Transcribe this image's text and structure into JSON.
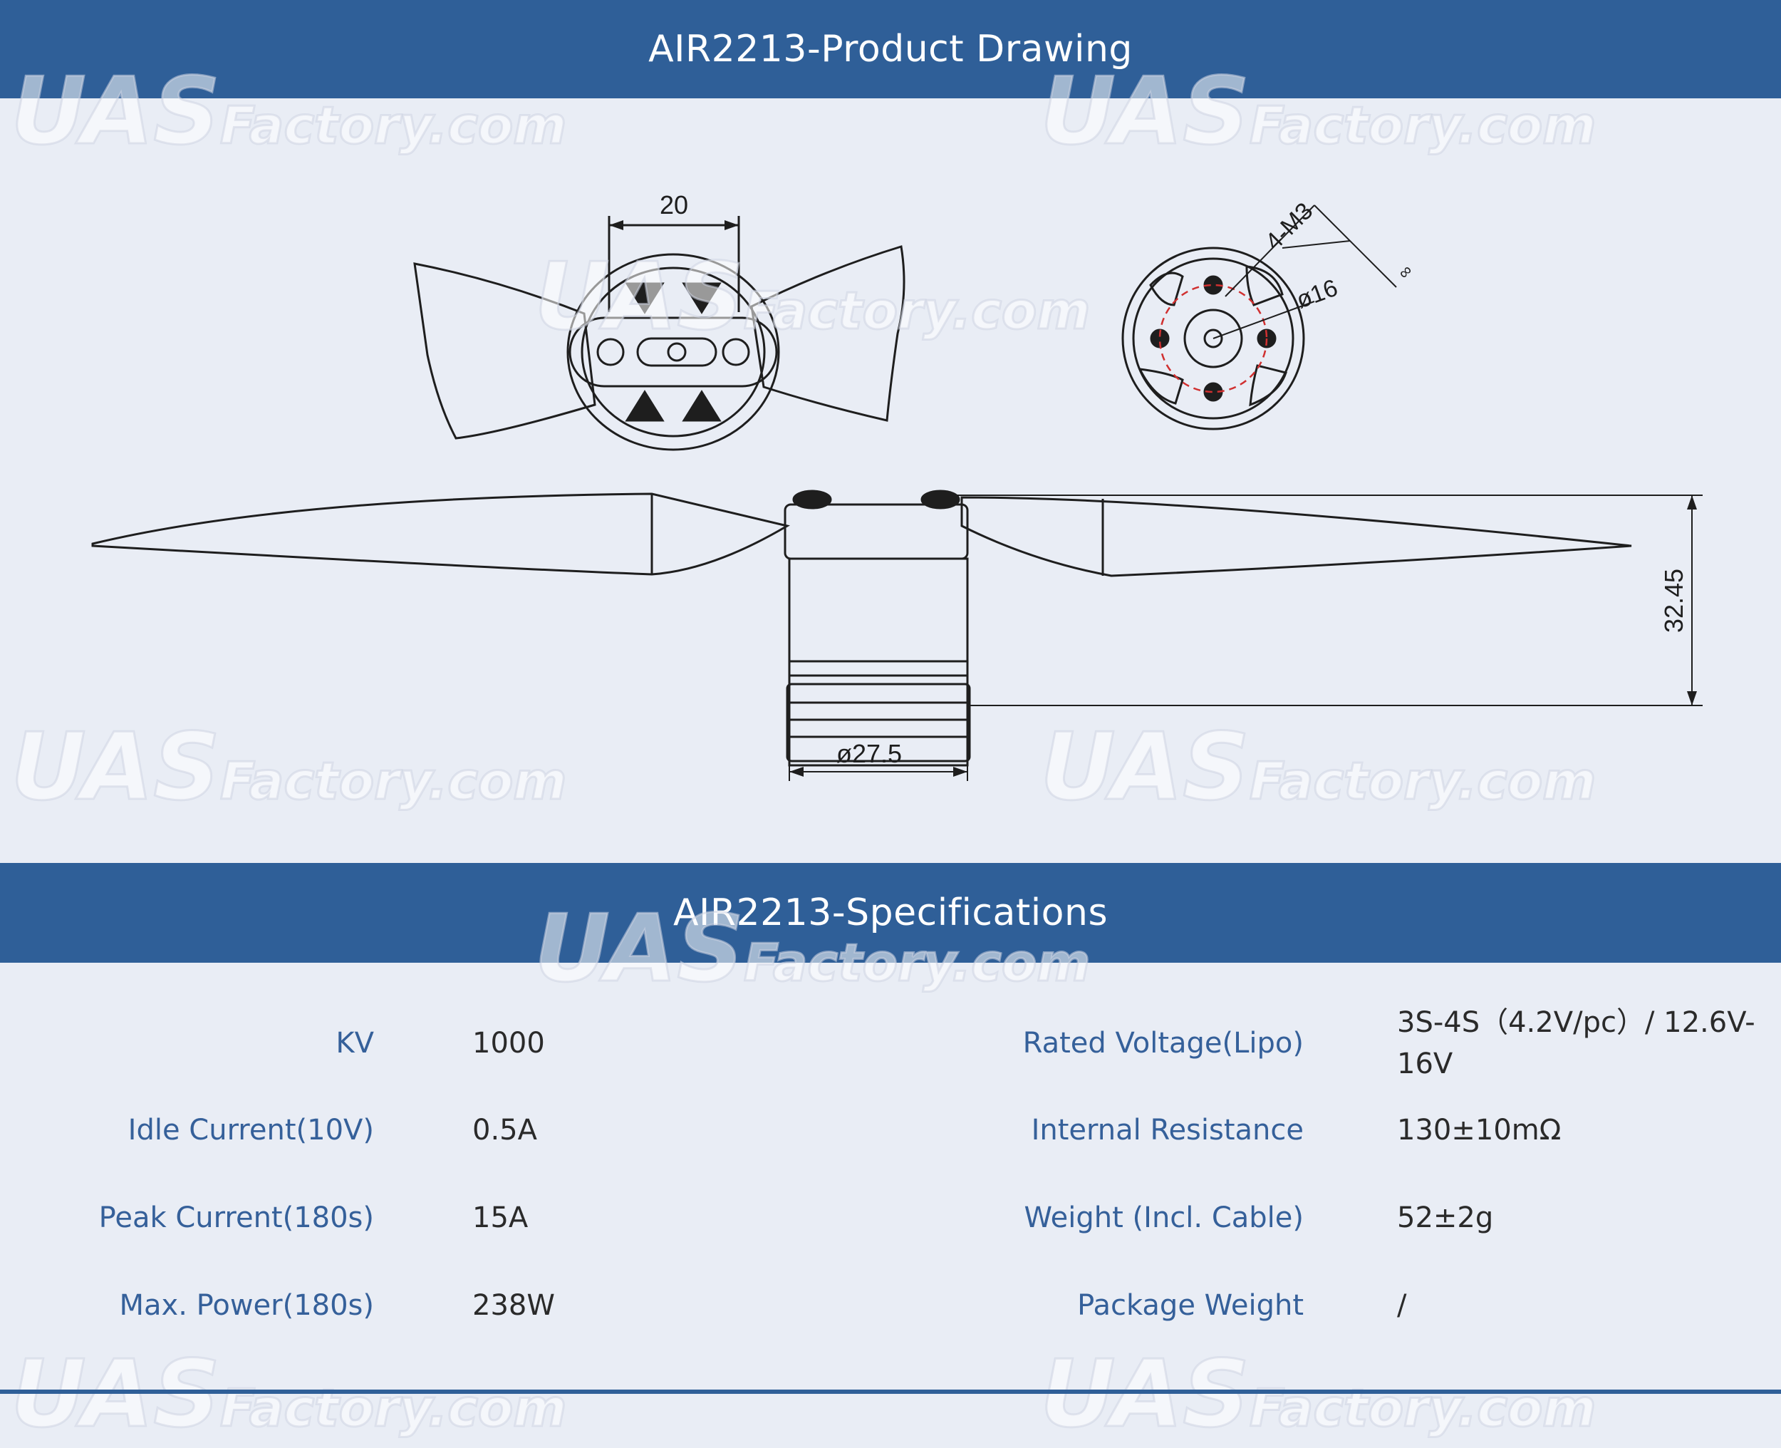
{
  "drawing_section": {
    "title": "AIR2213-Product Drawing",
    "dimensions": {
      "hub_width": "20",
      "mount_holes": "4-M3",
      "bolt_circle": "ø16",
      "thread_depth": "∞",
      "height": "32.45",
      "diameter": "ø27.5"
    }
  },
  "specs_section": {
    "title": "AIR2213-Specifications",
    "specs": [
      {
        "label": "KV",
        "value": "1000"
      },
      {
        "label": "Idle Current(10V)",
        "value": "0.5A"
      },
      {
        "label": "Peak Current(180s)",
        "value": "15A"
      },
      {
        "label": "Max. Power(180s)",
        "value": "238W"
      },
      {
        "label": "Rated Voltage(Lipo)",
        "value": "3S-4S（4.2V/pc）/ 12.6V-16V"
      },
      {
        "label": "Internal Resistance",
        "value": "130±10mΩ"
      },
      {
        "label": "Weight (Incl. Cable)",
        "value": "52±2g"
      },
      {
        "label": "Package Weight",
        "value": "/"
      }
    ]
  },
  "watermark": {
    "brand": "UAS",
    "site": "Factory.com"
  }
}
